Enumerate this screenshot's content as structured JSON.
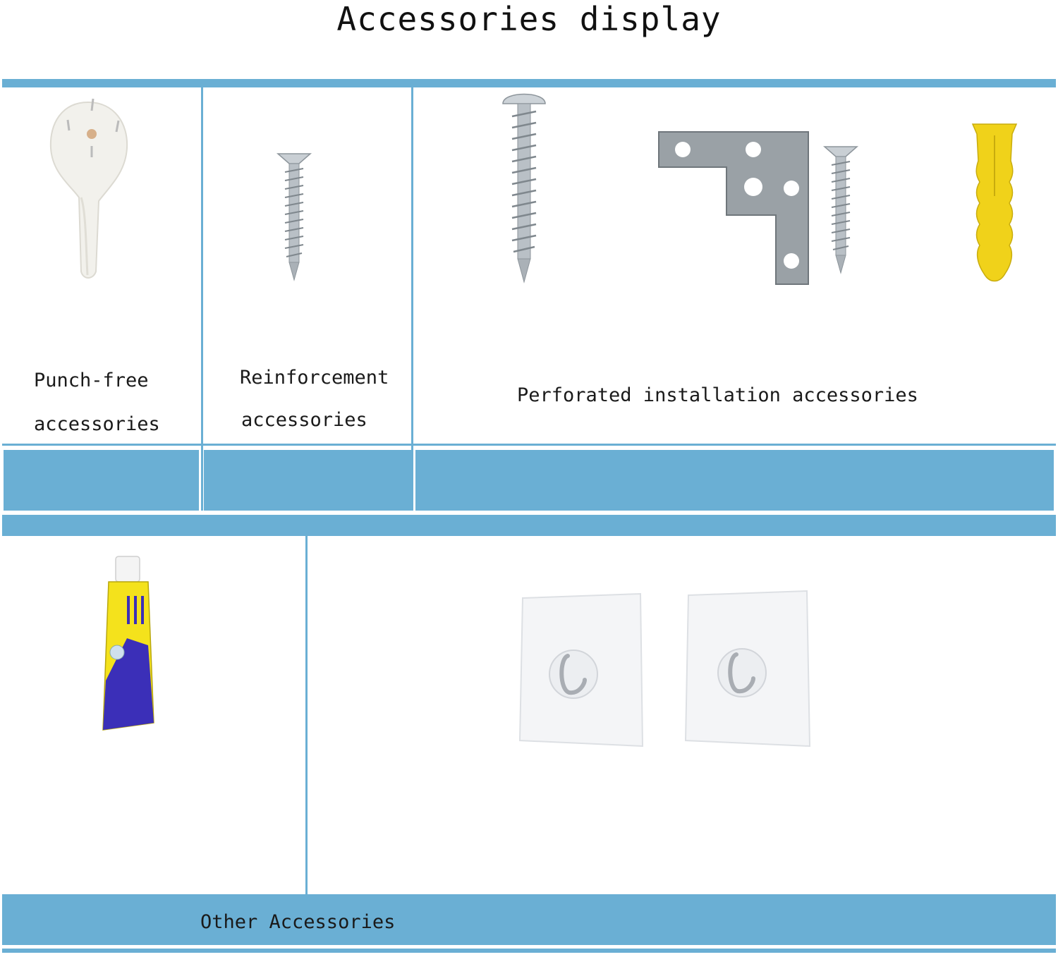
{
  "title": "Accessories display",
  "sections": {
    "punch_free": {
      "line1": "Punch-free",
      "line2": "accessories"
    },
    "reinforcement": {
      "line1": "Reinforcement",
      "line2": "accessories"
    },
    "perforated": {
      "label": "Perforated installation accessories"
    },
    "other": {
      "label": "Other Accessories"
    }
  },
  "colors": {
    "band": "#6aafd4",
    "screw": "#b9c0c6",
    "bracket": "#9aa1a6",
    "anchor": "#f0d21a",
    "glue_tube": "#f4e21c",
    "glue_label": "#3b2fb8"
  },
  "icons": [
    "wall-hook-icon",
    "wood-screw-icon",
    "pan-head-screw-icon",
    "corner-bracket-icon",
    "countersunk-screw-icon",
    "wall-anchor-icon",
    "glue-tube-icon",
    "adhesive-hook-icon"
  ]
}
